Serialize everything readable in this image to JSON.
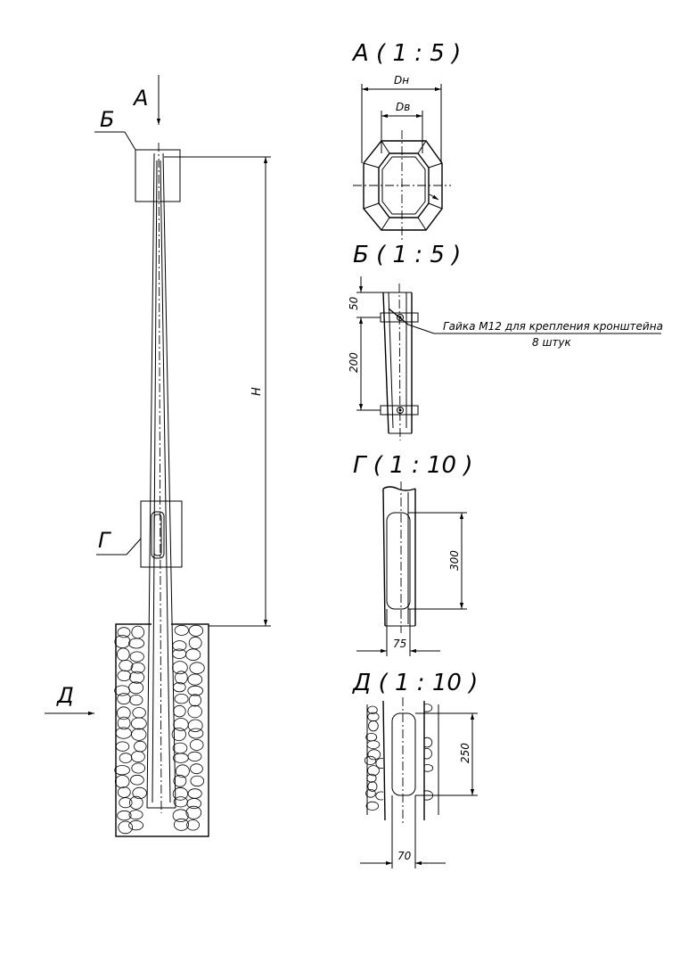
{
  "main_view": {
    "label_A": "А",
    "label_B": "Б",
    "label_G": "Г",
    "label_D": "Д",
    "dim_H": "H"
  },
  "views": {
    "A": {
      "title": "А ( 1 : 5 )",
      "dim_outer": "Dн",
      "dim_inner": "Dв"
    },
    "B": {
      "title": "Б ( 1 : 5 )",
      "dim_top": "50",
      "dim_span": "200",
      "note_line1": "Гайка М12 для крепления кронштейна",
      "note_line2": "8 штук"
    },
    "G": {
      "title": "Г ( 1 : 10 )",
      "dim_height": "300",
      "dim_width": "75"
    },
    "D": {
      "title": "Д ( 1 : 10 )",
      "dim_height": "250",
      "dim_width": "70"
    }
  }
}
